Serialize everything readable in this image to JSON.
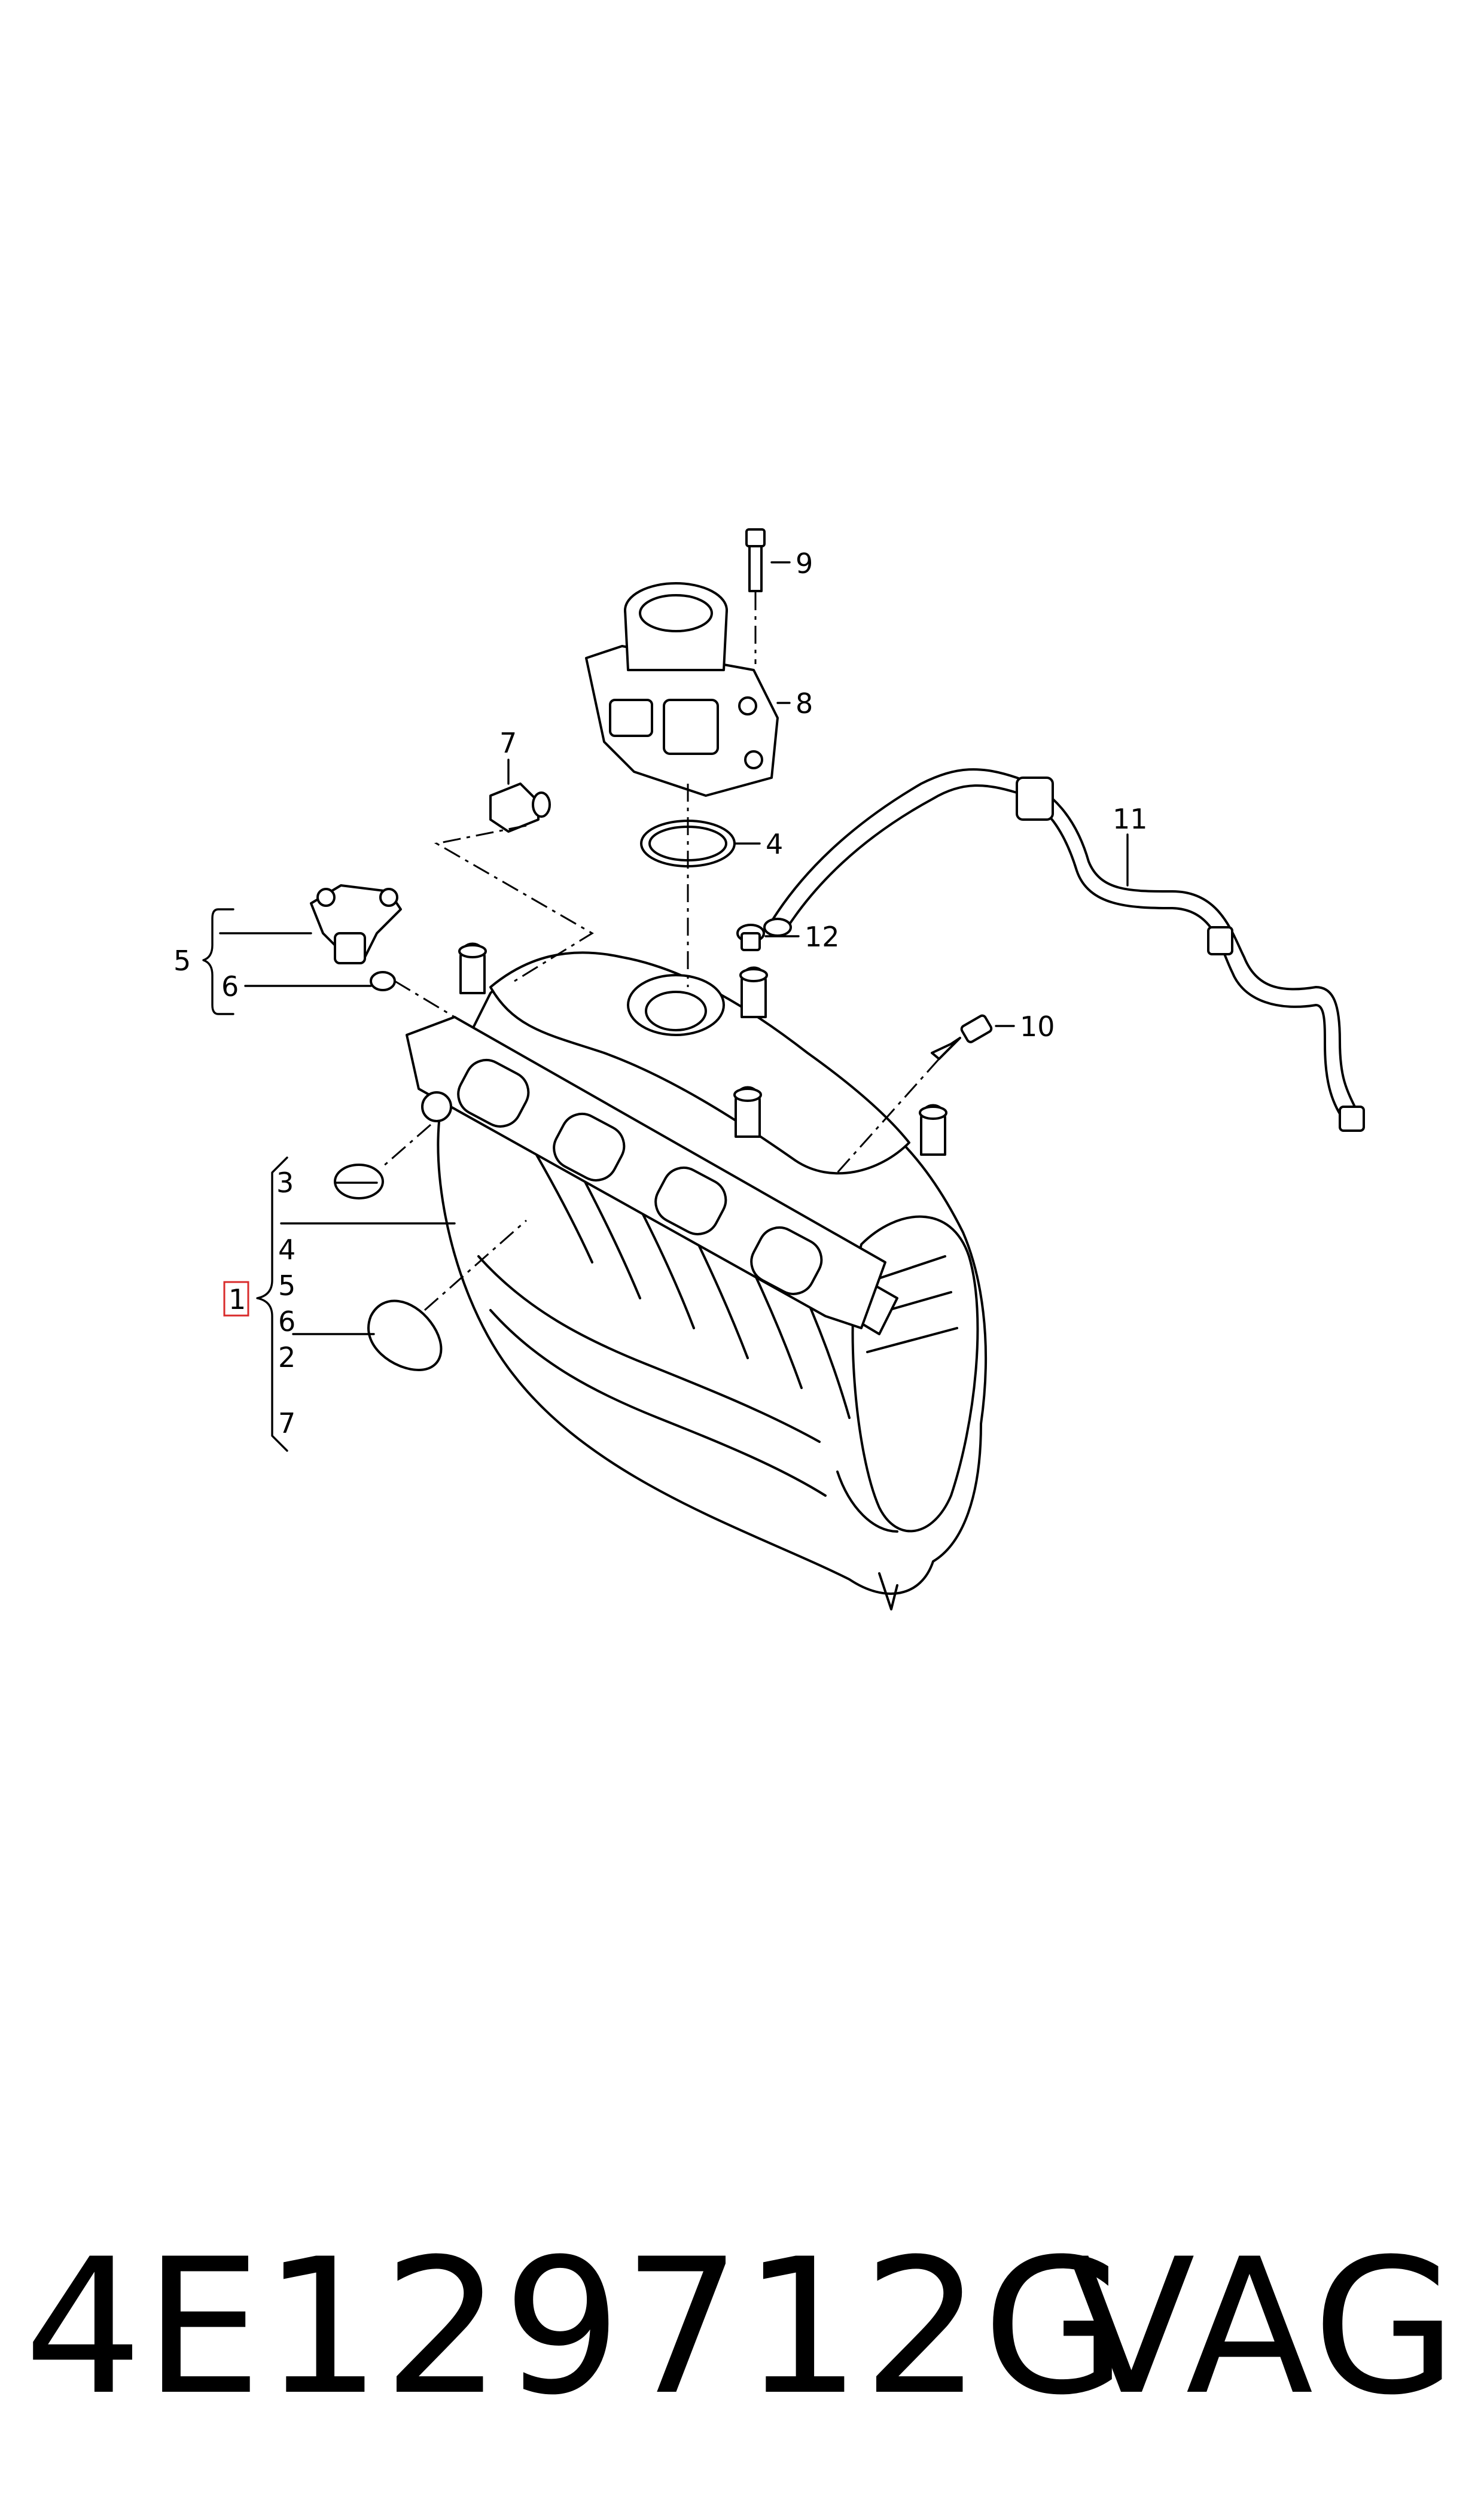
{
  "callouts": {
    "c1": "1",
    "c2": "2",
    "c3": "3",
    "c4a": "4",
    "c4b": "4",
    "c5a": "5",
    "c5b": "5",
    "c6a": "6",
    "c6b": "6",
    "c7a": "7",
    "c7b": "7",
    "c8": "8",
    "c9": "9",
    "c10": "10",
    "c11": "11",
    "c12": "12"
  },
  "highlight_color": "#d92b2b",
  "footer": {
    "part_number": "4E129712G",
    "brand": "VAG"
  }
}
